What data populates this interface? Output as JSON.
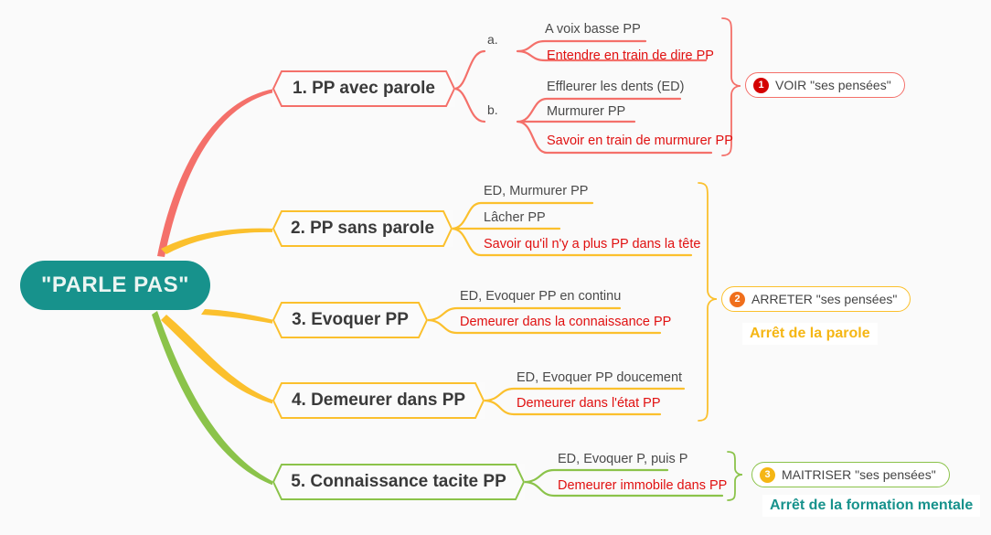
{
  "root": {
    "label": "\"PARLE PAS\""
  },
  "colors": {
    "root_bg": "#17928C",
    "red": "#F4706A",
    "yellow": "#FBC02D",
    "green": "#8BC34A",
    "leaf_red_text": "#E01010",
    "leaf_dark_text": "#444444",
    "badge1": "#D40000",
    "badge2": "#F06F1C",
    "badge3": "#F5B614",
    "summary_amber": "#F5B614",
    "summary_teal": "#17928C",
    "canvas_bg": "#FAFAFA"
  },
  "branches": [
    {
      "id": "b1",
      "label": "1. PP avec parole",
      "color": "#F4706A",
      "groups": [
        {
          "label": "a.",
          "leaves": [
            {
              "text": "A voix basse PP",
              "style": "dark"
            },
            {
              "text": "Entendre en train de dire PP",
              "style": "red"
            }
          ]
        },
        {
          "label": "b.",
          "leaves": [
            {
              "text": "Effleurer les dents (ED)",
              "style": "dark"
            },
            {
              "text": "Murmurer PP",
              "style": "dark"
            },
            {
              "text": "Savoir en train de murmurer PP",
              "style": "red"
            }
          ]
        }
      ]
    },
    {
      "id": "b2",
      "label": "2. PP sans parole",
      "color": "#FBC02D",
      "groups": [
        {
          "label": "",
          "leaves": [
            {
              "text": "ED, Murmurer PP",
              "style": "dark"
            },
            {
              "text": "Lâcher PP",
              "style": "dark"
            },
            {
              "text": "Savoir qu'il n'y a plus PP dans la tête",
              "style": "red"
            }
          ]
        }
      ]
    },
    {
      "id": "b3",
      "label": "3. Evoquer PP",
      "color": "#FBC02D",
      "groups": [
        {
          "label": "",
          "leaves": [
            {
              "text": "ED, Evoquer PP en continu",
              "style": "dark"
            },
            {
              "text": "Demeurer dans la connaissance PP",
              "style": "red"
            }
          ]
        }
      ]
    },
    {
      "id": "b4",
      "label": "4. Demeurer dans PP",
      "color": "#FBC02D",
      "groups": [
        {
          "label": "",
          "leaves": [
            {
              "text": "ED, Evoquer PP doucement",
              "style": "dark"
            },
            {
              "text": "Demeurer dans l'état PP",
              "style": "red"
            }
          ]
        }
      ]
    },
    {
      "id": "b5",
      "label": "5. Connaissance tacite PP",
      "color": "#8BC34A",
      "groups": [
        {
          "label": "",
          "leaves": [
            {
              "text": "ED, Evoquer P, puis P",
              "style": "dark"
            },
            {
              "text": "Demeurer immobile dans PP",
              "style": "red"
            }
          ]
        }
      ]
    }
  ],
  "summaries": [
    {
      "id": "s1",
      "number": "1",
      "label": "VOIR \"ses pensées\"",
      "color": "#F4706A",
      "note": ""
    },
    {
      "id": "s2",
      "number": "2",
      "label": "ARRETER \"ses pensées\"",
      "color": "#FBC02D",
      "note": "Arrêt de la parole"
    },
    {
      "id": "s3",
      "number": "3",
      "label": "MAITRISER \"ses pensées\"",
      "color": "#8BC34A",
      "note": "Arrêt de la formation mentale"
    }
  ]
}
